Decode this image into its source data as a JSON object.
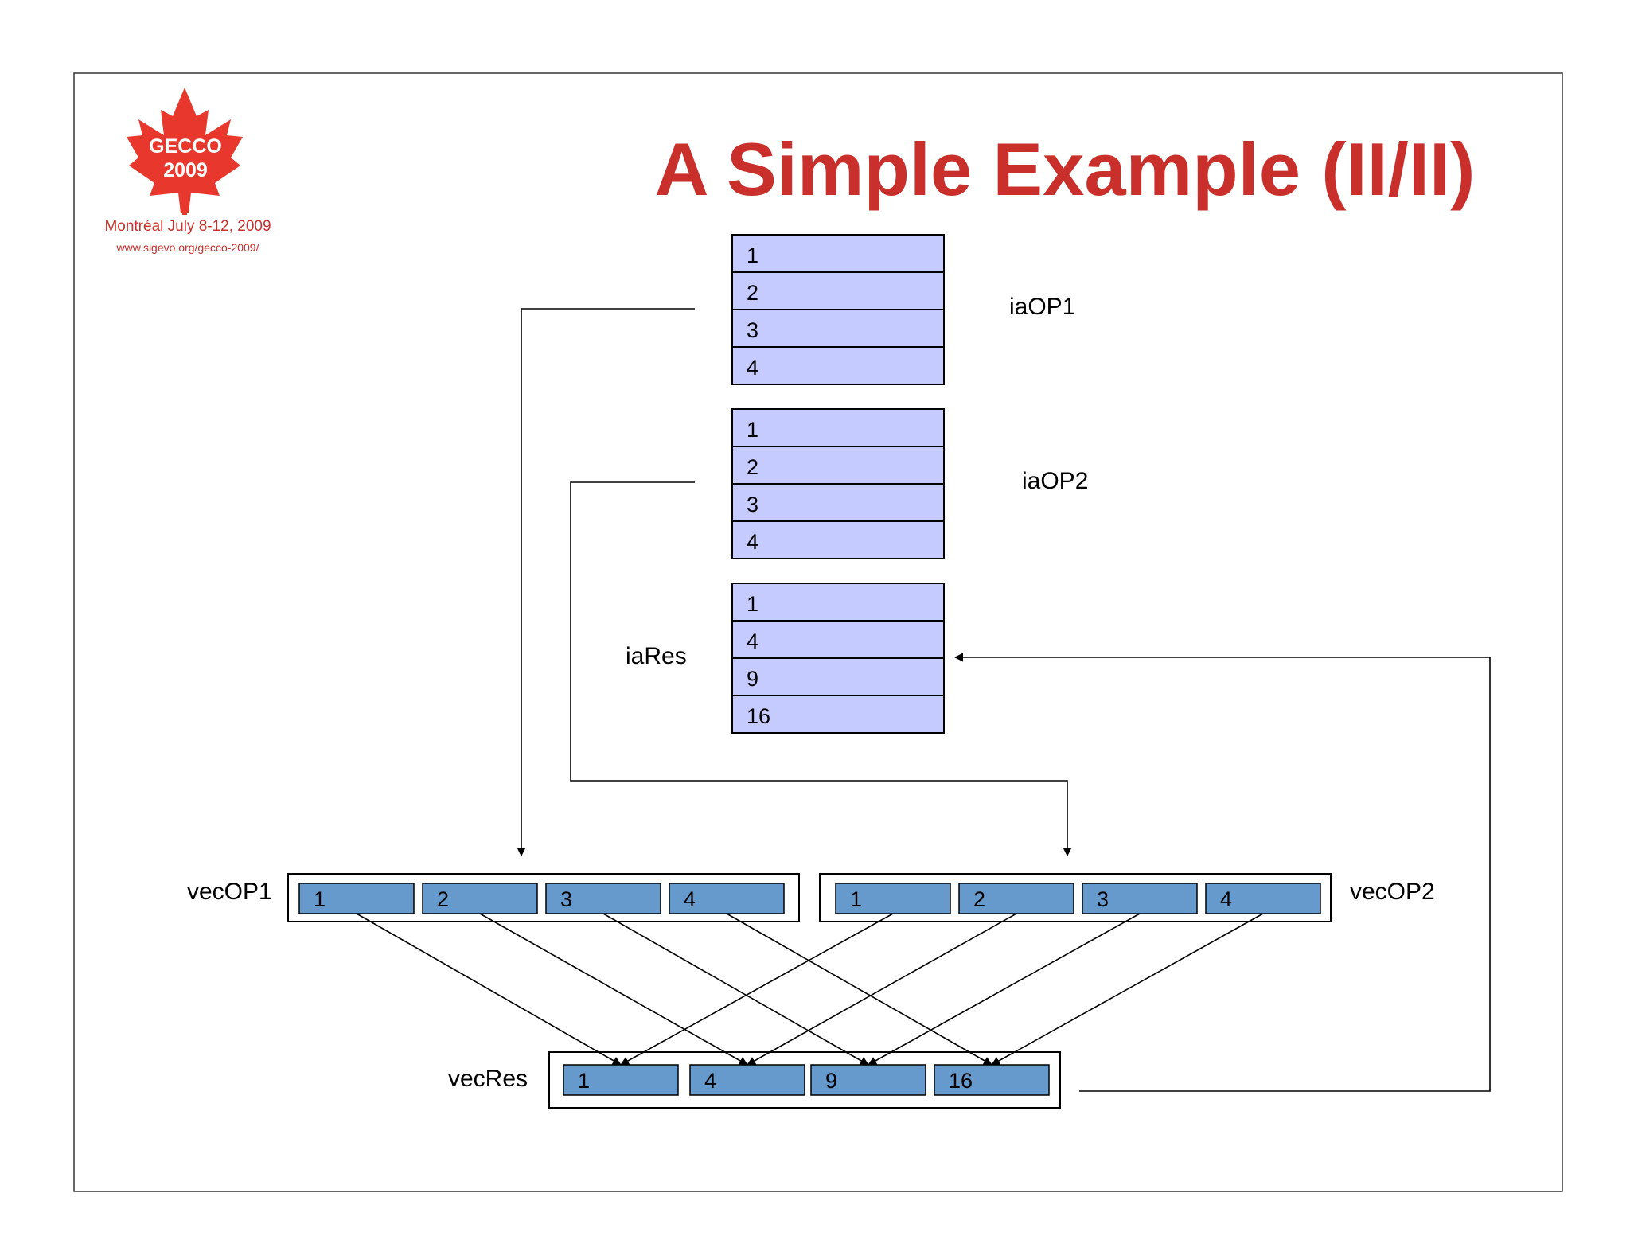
{
  "slide": {
    "title": "A Simple Example (II/II)",
    "logo": {
      "badge_line1": "GECCO",
      "badge_line2": "2009",
      "subtitle": "Montréal July 8-12, 2009",
      "url": "www.sigevo.org/gecco-2009/",
      "colors": {
        "leaf": "#e8372c",
        "text": "#c9302c"
      }
    }
  },
  "colors": {
    "title": "#c9302c",
    "index_cell": "#c5caff",
    "vector_cell": "#6699cc",
    "border": "#000000"
  },
  "index_arrays": [
    {
      "label": "iaOP1",
      "values": [
        "1",
        "2",
        "3",
        "4"
      ]
    },
    {
      "label": "iaOP2",
      "values": [
        "1",
        "2",
        "3",
        "4"
      ]
    },
    {
      "label": "iaRes",
      "values": [
        "1",
        "4",
        "9",
        "16"
      ]
    }
  ],
  "vectors": [
    {
      "label": "vecOP1",
      "values": [
        "1",
        "2",
        "3",
        "4"
      ]
    },
    {
      "label": "vecOP2",
      "values": [
        "1",
        "2",
        "3",
        "4"
      ]
    },
    {
      "label": "vecRes",
      "values": [
        "1",
        "4",
        "9",
        "16"
      ]
    }
  ]
}
